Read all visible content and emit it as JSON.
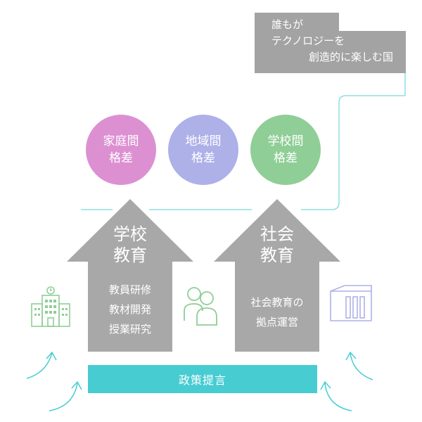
{
  "goal": {
    "line1": "誰もが",
    "line2": "テクノロジーを",
    "line3": "創造的に楽しむ国"
  },
  "gaps": [
    {
      "line1": "家庭間",
      "line2": "格差",
      "color": "#dc90d2"
    },
    {
      "line1": "地域間",
      "line2": "格差",
      "color": "#aeb0e8"
    },
    {
      "line1": "学校間",
      "line2": "格差",
      "color": "#8fce96"
    }
  ],
  "school_arrow": {
    "title1": "学校",
    "title2": "教育",
    "items": [
      "教員研修",
      "教材開発",
      "授業研究"
    ]
  },
  "social_arrow": {
    "title1": "社会",
    "title2": "教育",
    "items": [
      "社会教育の",
      "拠点運営"
    ]
  },
  "policy": {
    "label": "政策提言"
  },
  "colors": {
    "arrow_gray": "#a8a8a8",
    "goal_gray": "#a3a3a3",
    "teal": "#47ccd2",
    "line_teal": "#8fdde2",
    "school_icon": "#8fce96",
    "people_icon": "#8fce96",
    "building_icon": "#aeb0e8"
  },
  "icons": {
    "left": "school-building-icon",
    "middle": "people-icon",
    "right": "community-hall-icon"
  }
}
